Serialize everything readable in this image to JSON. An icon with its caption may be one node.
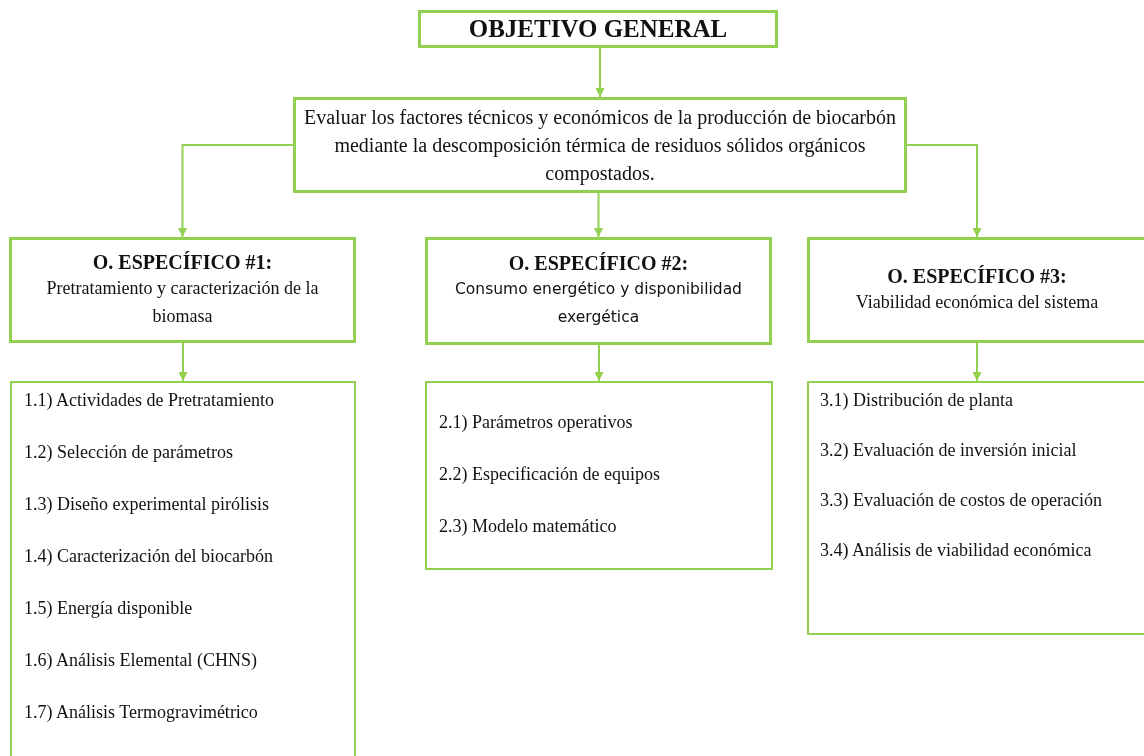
{
  "diagram": {
    "nodes": [
      {
        "text": [
          "OBJETIVO GENERAL"
        ]
      },
      {
        "text": [
          "Evaluar los factores técnicos y económicos de la producción de biocarbón mediante la descomposición térmica de residuos sólidos orgánicos compostados."
        ]
      },
      {
        "text": [
          "O. ESPECÍFICO #1:",
          "Pretratamiento y caracterización de la biomasa"
        ]
      },
      {
        "text": [
          "O. ESPECÍFICO #2:",
          "Consumo energético y disponibilidad exergética"
        ]
      },
      {
        "text": [
          "O. ESPECÍFICO #3:",
          "Viabilidad económica del sistema"
        ]
      },
      {
        "text": [
          "1.1) Actividades de Pretratamiento",
          "1.2) Selección de parámetros",
          "1.3) Diseño experimental pirólisis",
          "1.4) Caracterización del biocarbón",
          "1.5) Energía disponible",
          "1.6) Análisis Elemental (CHNS)",
          "1.7) Análisis Termogravimétrico"
        ]
      },
      {
        "text": [
          "2.1) Parámetros operativos",
          "2.2) Especificación de equipos",
          "2.3) Modelo matemático"
        ]
      },
      {
        "text": [
          "3.1) Distribución de planta",
          "3.2) Evaluación de inversión inicial",
          "3.3) Evaluación de costos de operación",
          "3.4) Análisis de viabilidad económica"
        ]
      }
    ],
    "edges": [
      {
        "from": 0,
        "to": 1,
        "arrow": "to"
      },
      {
        "from": 1,
        "to": 2,
        "arrow": "to"
      },
      {
        "from": 1,
        "to": 3,
        "arrow": "to"
      },
      {
        "from": 1,
        "to": 4,
        "arrow": "to"
      },
      {
        "from": 2,
        "to": 5,
        "arrow": "to"
      },
      {
        "from": 3,
        "to": 6,
        "arrow": "to"
      },
      {
        "from": 4,
        "to": 7,
        "arrow": "to"
      }
    ]
  }
}
